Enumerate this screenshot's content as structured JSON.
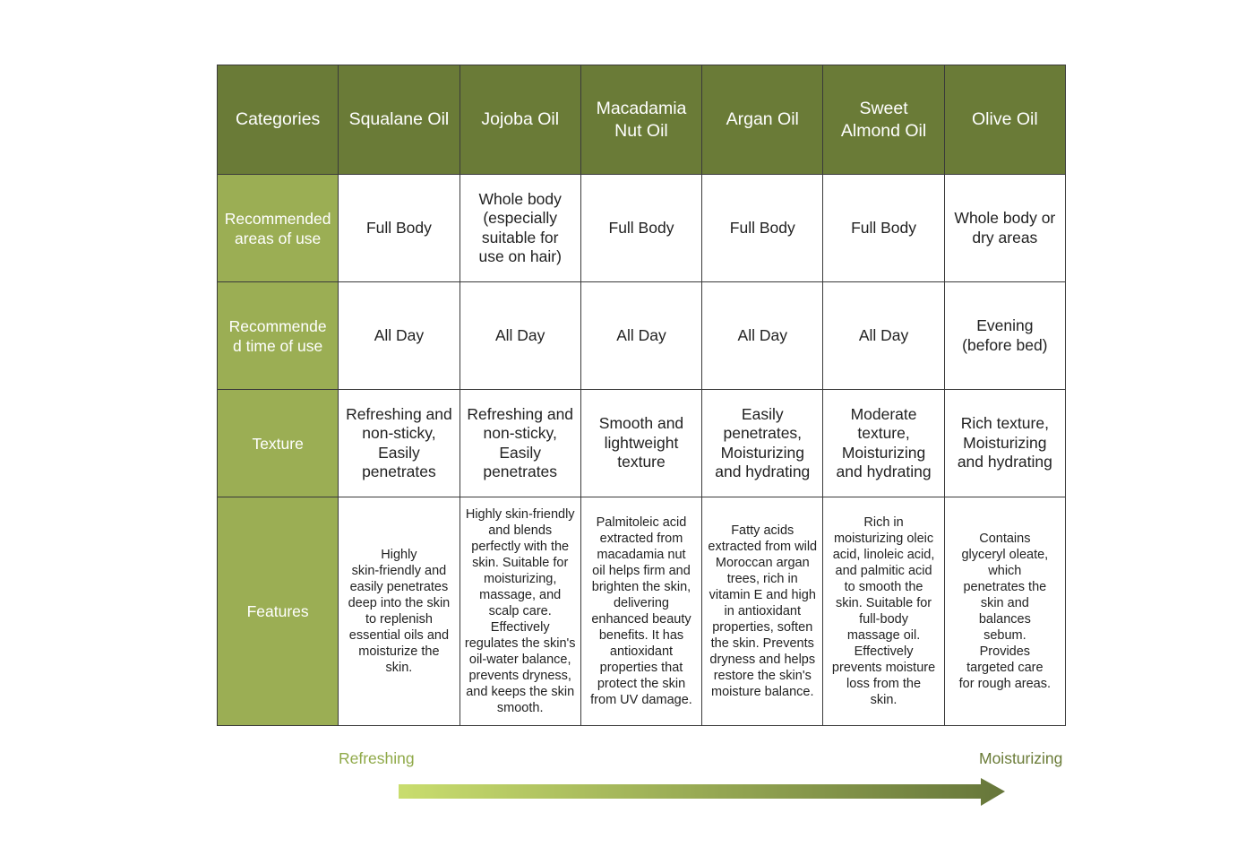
{
  "header": [
    "Categories",
    "Squalane Oil",
    "Jojoba Oil",
    "Macadamia\nNut Oil",
    "Argan Oil",
    "Sweet\nAlmond Oil",
    "Olive Oil"
  ],
  "rows": [
    {
      "label": "Recommended\nareas of use",
      "cells": [
        "Full Body",
        "Whole body\n(especially\nsuitable for\nuse on hair)",
        "Full Body",
        "Full Body",
        "Full Body",
        "Whole body or\ndry areas"
      ]
    },
    {
      "label": "Recommende\nd time of use",
      "cells": [
        "All Day",
        "All Day",
        "All Day",
        "All Day",
        "All Day",
        "Evening\n(before bed)"
      ]
    },
    {
      "label": "Texture",
      "cells": [
        "Refreshing and\nnon-sticky,\nEasily\npenetrates",
        "Refreshing and\nnon-sticky,\nEasily\npenetrates",
        "Smooth and\nlightweight\ntexture",
        "Easily\npenetrates,\nMoisturizing\nand hydrating",
        "Moderate\ntexture,\nMoisturizing\nand hydrating",
        "Rich texture,\nMoisturizing\nand hydrating"
      ]
    },
    {
      "label": "Features",
      "cells": [
        "Highly\nskin-friendly and\neasily penetrates\ndeep into the skin\nto replenish\nessential oils and\nmoisturize the\nskin.",
        "Highly skin-friendly\nand blends\nperfectly with the\nskin. Suitable for\nmoisturizing,\nmassage, and\nscalp care.\nEffectively\nregulates the skin's\noil-water balance,\nprevents dryness,\nand keeps the skin\nsmooth.",
        "Palmitoleic acid\nextracted from\nmacadamia nut\noil helps firm and\nbrighten the skin,\ndelivering\nenhanced beauty\nbenefits. It has\nantioxidant\nproperties that\nprotect the skin\nfrom UV damage.",
        "Fatty acids\nextracted from wild\nMoroccan argan\ntrees, rich in\nvitamin E and high\nin antioxidant\nproperties, soften\nthe skin. Prevents\ndryness and helps\nrestore the skin's\nmoisture balance.",
        "Rich in\nmoisturizing oleic\nacid, linoleic acid,\nand palmitic acid\nto smooth the\nskin. Suitable for\nfull-body\nmassage oil.\nEffectively\nprevents moisture\nloss from the\nskin.",
        "Contains\nglyceryl oleate,\nwhich\npenetrates the\nskin and\nbalances\nsebum.\nProvides\ntargeted care\nfor rough areas."
      ]
    }
  ],
  "scale": {
    "left": "Refreshing",
    "right": "Moisturizing"
  },
  "colors": {
    "header": "#6a7b37",
    "label": "#9bae54",
    "arrow_start": "#c9dd6e",
    "arrow_end": "#66763a"
  }
}
